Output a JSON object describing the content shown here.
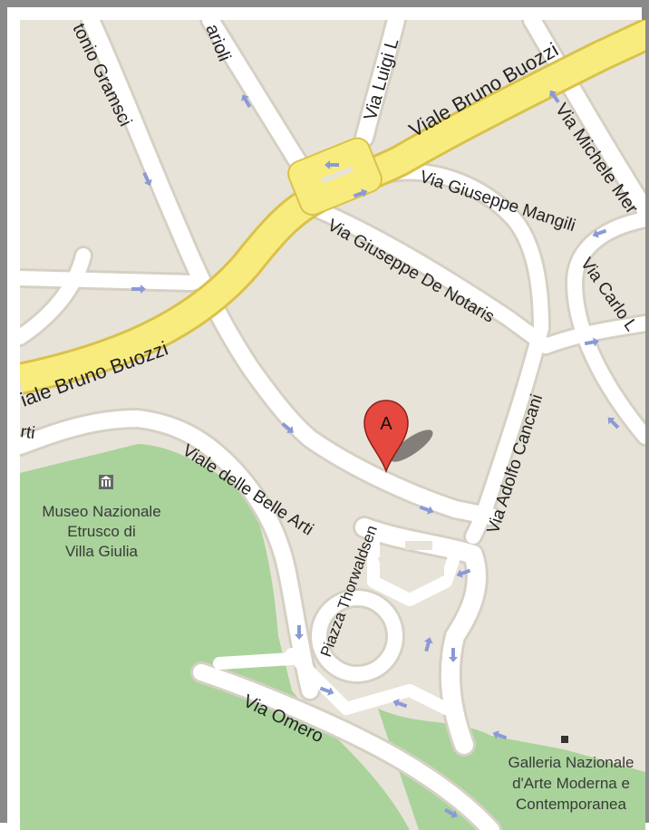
{
  "map": {
    "streets": {
      "viale_bruno_buozzi_upper": "Viale Bruno Buozzi",
      "viale_bruno_buozzi_lower": "iale Bruno Buozzi",
      "via_antonio_gramsci": "tonio Gramsci",
      "via_luigi": "Via Luigi L",
      "top_partial_street": "arioli",
      "via_michele": "Via Michele Mer",
      "via_giuseppe_mangili": "Via Giuseppe Mangili",
      "via_giuseppe_de_notaris": "Via Giuseppe De Notaris",
      "via_carlo": "Via Carlo L",
      "via_adolfo_cancani": "Via Adolfo Cancani",
      "left_partial_street": "rti",
      "viale_delle_belle_arti": "Viale delle Belle Arti",
      "piazza_thorwaldsen": "Piazza Thorwaldsen",
      "via_omero": "Via Omero"
    },
    "pois": {
      "museo_line1": "Museo Nazionale",
      "museo_line2": "Etrusco di",
      "museo_line3": "Villa Giulia",
      "galleria_line1": "Galleria Nazionale",
      "galleria_line2": "d'Arte Moderna e",
      "galleria_line3": "Contemporanea"
    },
    "marker": {
      "label": "A",
      "color": "#e5483e"
    },
    "colors": {
      "land": "#e8e3d8",
      "park": "#a9d39a",
      "road": "#ffffff",
      "major_road": "#f9ec7f",
      "arrow": "#8b9ad6",
      "frame": "#8a8a8a"
    },
    "icons": [
      "museum-icon",
      "poi-square-icon",
      "map-marker-icon",
      "one-way-arrow-icon"
    ]
  }
}
